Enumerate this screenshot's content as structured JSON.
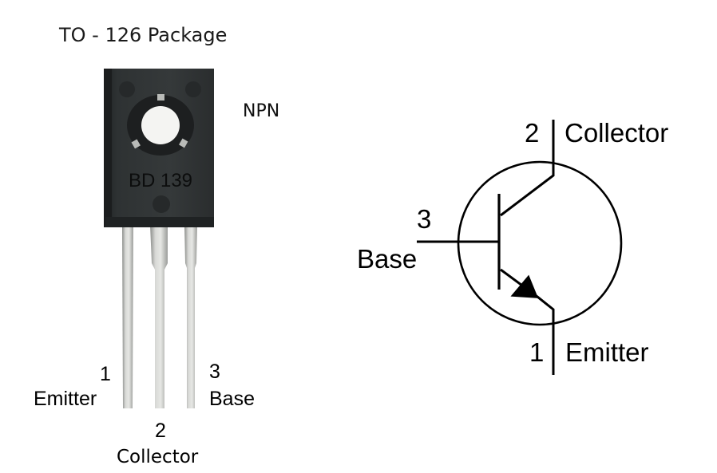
{
  "package": {
    "title": "TO - 126 Package",
    "part_marking": "BD 139",
    "type_label": "NPN",
    "body_color": "#2b2e2f",
    "lead_color": "#c9cbc8"
  },
  "package_pins": [
    {
      "number": "1",
      "name": "Emitter"
    },
    {
      "number": "2",
      "name": "Collector"
    },
    {
      "number": "3",
      "name": "Base"
    }
  ],
  "schematic": {
    "symbol": "npn-transistor-symbol",
    "collector": {
      "number": "2",
      "name": "Collector"
    },
    "base": {
      "number": "3",
      "name": "Base"
    },
    "emitter": {
      "number": "1",
      "name": "Emitter"
    },
    "line_color": "#000000"
  }
}
